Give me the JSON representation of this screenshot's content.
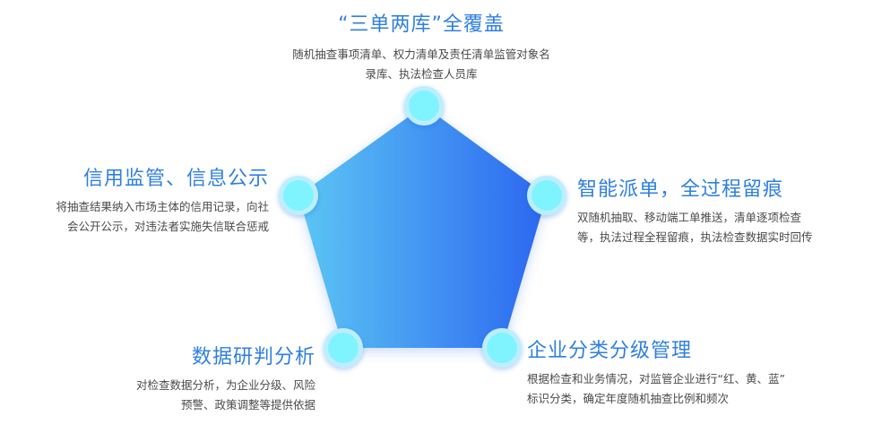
{
  "colors": {
    "pentagon_gradient_start": "#5cc6f4",
    "pentagon_gradient_end": "#2b66f0",
    "node_fill": "#7ff4ff",
    "node_ring": "#bdeeff",
    "title_color": "#2f7fe0",
    "text_color": "#4a4a4a"
  },
  "features": {
    "top": {
      "title": "“三单两库”全覆盖",
      "desc_line1": "随机抽查事项清单、权力清单及责任清单监管对象名",
      "desc_line2": "录库、执法检查人员库"
    },
    "left": {
      "title": "信用监管、信息公示",
      "desc_line1": "将抽查结果纳入市场主体的信用记录，向社",
      "desc_line2": "会公开公示，对违法者实施失信联合惩戒"
    },
    "right": {
      "title": "智能派单，全过程留痕",
      "desc_line1": "双随机抽取、移动端工单推送，清单逐项检查",
      "desc_line2": "等，执法过程全程留痕，执法检查数据实时回传"
    },
    "bottom_left": {
      "title": "数据研判分析",
      "desc_line1": "对检查数据分析，为企业分级、风险",
      "desc_line2": "预警、政策调整等提供依据"
    },
    "bottom_right": {
      "title": "企业分类分级管理",
      "desc_line1": "根据检查和业务情况，对监管企业进行“红、黄、蓝”",
      "desc_line2": "标识分类，确定年度随机抽查比例和频次"
    }
  }
}
